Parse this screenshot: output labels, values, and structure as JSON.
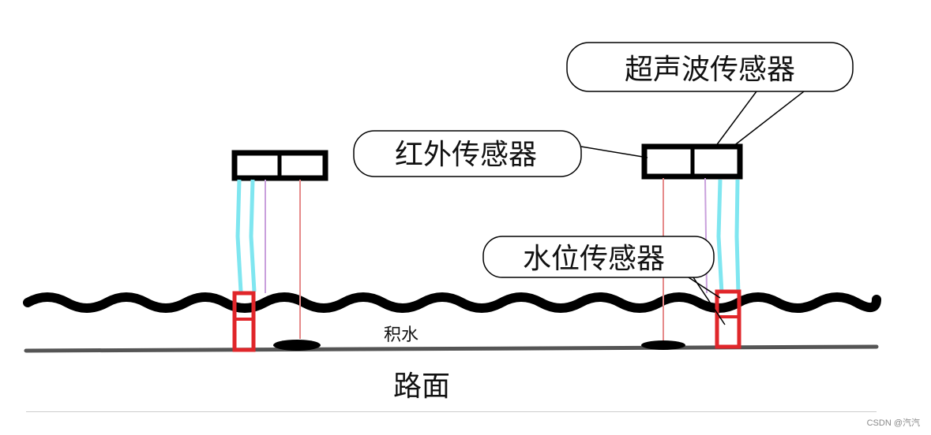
{
  "labels": {
    "ultrasonic_sensor": "超声波传感器",
    "infrared_sensor": "红外传感器",
    "water_level_sensor": "水位传感器",
    "standing_water": "积水",
    "road_surface": "路面"
  },
  "watermark": "CSDN @汽汽",
  "colors": {
    "ink": "#000000",
    "sensor_red": "#e0262a",
    "ultrasonic_beam": "#7fe6f0",
    "infrared_beam": "#c9a0dc",
    "red_beam": "#e68a8a",
    "road_line": "#555555"
  }
}
